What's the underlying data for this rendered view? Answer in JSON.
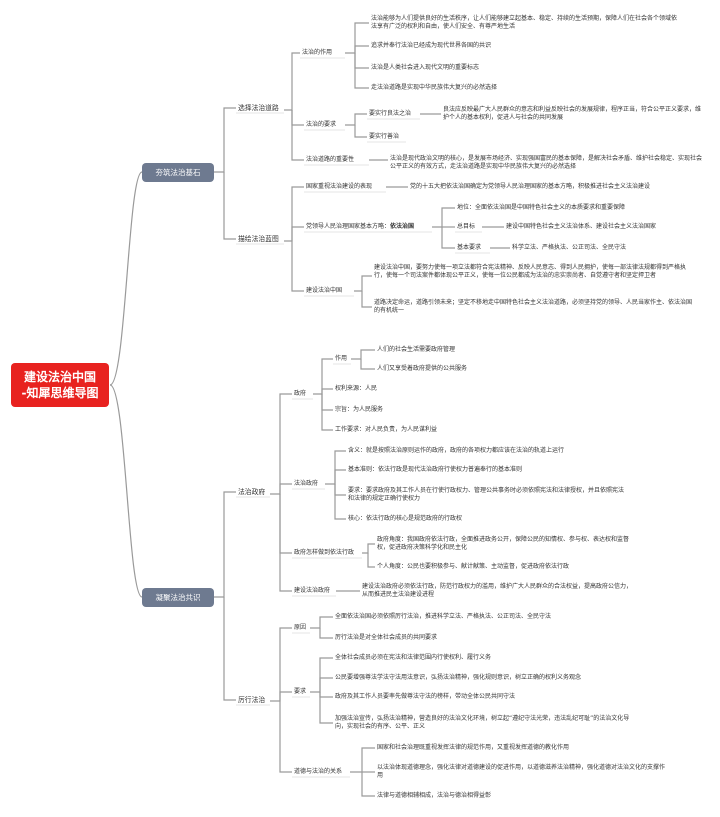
{
  "colors": {
    "root_bg": "#e8221f",
    "l1_bg": "#6e7a90",
    "line": "#9a9a9a",
    "text": "#333333"
  },
  "root": {
    "line1": "建设法治中国",
    "line2": "-知犀思维导图"
  },
  "build": {
    "label": "夯筑法治基石",
    "road": {
      "label": "选择法治道路",
      "role": {
        "label": "法治的作用",
        "items": [
          "法治能够为人们提供良好的生活秩序，让人们能够建立起基本、稳定、持续的生活预期，保障人们在社会各个领域依法享有广泛的权利和自由，使人们安全、有尊严地生活",
          "追求并奉行法治已经成为现代世界各国的共识",
          "法治是人类社会进入现代文明的重要标志",
          "走法治道路是实现中华民族伟大复兴的必然选择"
        ]
      },
      "req": {
        "label": "法治的要求",
        "good_law": "要实行良法之治",
        "good_law_desc": "良法应反映最广大人民群众的意志和利益反映社会的发展规律，程序正当，符合公平正义要求，维护个人的基本权利，促进人与社会的共同发展",
        "good_gov": "要实行善治"
      },
      "importance": {
        "label": "法治道路的重要性",
        "desc": "法治是现代政治文明的核心，是发展市场经济、实现强国富民的基本保障，是解决社会矛盾、维护社会稳定、实现社会公平正义的有效方式，走法治道路是实现中华民族伟大复兴的必然选择"
      }
    },
    "blueprint": {
      "label": "描绘法治蓝图",
      "show": {
        "label": "国家重视法治建设的表现",
        "desc": "党的十五大把依法治国确定为党领导人民治理国家的基本方略，积极推进社会主义法治建设"
      },
      "strategy": {
        "label": "党领导人民治理国家基本方略：",
        "bold": "依法治国",
        "position_label": "地位：",
        "position": "全面依法治国是中国特色社会主义的本质要求和重要保障",
        "goal_label": "总目标",
        "goal": "建设中国特色社会主义法治体系、建设社会主义法治国家",
        "basic_label": "基本要求",
        "basic": "科学立法、严格执法、公正司法、全民守法"
      },
      "china": {
        "label": "建设法治中国",
        "desc1": "建设法治中国，要努力使每一项立法都符合宪法精神、反映人民意志、得到人民拥护，使每一部法律法规都得到严格执行，使每一个司法案件都体现公平正义，使每一位公民都成为法治的忠实崇尚者、自觉遵守者和坚定捍卫者",
        "desc2": "道路决定命运，道路引领未来；坚定不移地走中国特色社会主义法治道路，必须坚持党的领导、人民当家作主、依法治国的有机统一"
      }
    }
  },
  "consensus": {
    "label": "凝聚法治共识",
    "gov": {
      "label": "法治政府",
      "government": {
        "label": "政府",
        "role_label": "作用",
        "roles": [
          "人们的社会生活需要政府管理",
          "人们又享受着政府提供的公共服务"
        ],
        "items": [
          "权利来源：人民",
          "宗旨：为人民服务",
          "工作要求：对人民负责，为人民谋利益"
        ]
      },
      "law_gov": {
        "label": "法治政府",
        "items": [
          "含义：就是按照法治原则运作的政府，政府的各项权力都应该在法治的轨道上运行",
          "基本准则：依法行政是现代法治政府行使权力普遍奉行的基本准则",
          "要求：要求政府及其工作人员在行使行政权力、管理公共事务时必须依照宪法和法律授权，并且依照宪法和法律的规定正确行使权力",
          "核心：依法行政的核心是规范政府的行政权"
        ]
      },
      "how": {
        "label": "政府怎样做到依法行政",
        "gov_view": "政府角度：我国政府依法行政，全面推进政务公开，保障公民的知情权、参与权、表达权和监督权，促进政府决策科学化和民主化",
        "person_view": "个人角度：公民也要积极参与、献计献策、主动监督，促进政府依法行政"
      },
      "build": {
        "label": "建设法治政府",
        "desc": "建设法治政府必须依法行政，防范行政权力的滥用，维护广大人民群众的合法权益，提高政府公信力，从而推进民主法治建设进程"
      }
    },
    "obey": {
      "label": "厉行法治",
      "reason": {
        "label": "原因",
        "items": [
          "全面依法治国必须依照厉行法治，推进科学立法、严格执法、公正司法、全民守法",
          "厉行法治是对全体社会成员的共同要求"
        ]
      },
      "require": {
        "label": "要求",
        "items": [
          "全体社会成员必须在宪法和法律范围内行使权利、履行义务",
          "公民要增强尊法学法守法用法意识，弘扬法治精神，强化规则意识，树立正确的权利义务观念",
          "政府及其工作人员要率先做尊法守法的榜样，带动全体公民共同守法",
          "加强法治宣传，弘扬法治精神，营造良好的法治文化环境，树立起“遵纪守法光荣，违法乱纪可耻”的法治文化导向，实现社会的有序、公平、正义"
        ]
      },
      "moral": {
        "label": "道德与法治的关系",
        "items": [
          "国家和社会治理既重视发挥法律的规范作用，又重视发挥道德的教化作用",
          "以法治体现道德理念，强化法律对道德建设的促进作用，以道德滋养法治精神，强化道德对法治文化的支撑作用",
          "法律与道德相辅相成，法治与德治相得益彰"
        ]
      }
    }
  }
}
